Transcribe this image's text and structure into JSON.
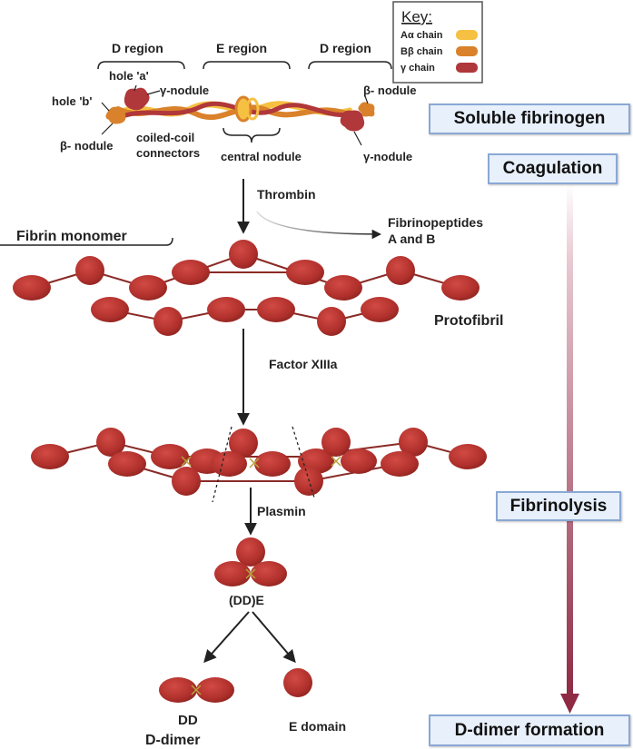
{
  "key": {
    "title": "Key:",
    "items": [
      {
        "label": "Aα chain",
        "color": "#f6c042"
      },
      {
        "label": "Bβ chain",
        "color": "#d9822b"
      },
      {
        "label": "γ chain",
        "color": "#b0373a"
      }
    ]
  },
  "fibrinogen": {
    "d_region_left": "D region",
    "e_region": "E region",
    "d_region_right": "D region",
    "hole_a": "hole 'a'",
    "hole_b": "hole 'b'",
    "gamma_nodule_left": "γ-nodule",
    "beta_nodule_left": "β- nodule",
    "coiled_coil_1": "coiled-coil",
    "coiled_coil_2": "connectors",
    "central_nodule": "central nodule",
    "beta_nodule_right": "β- nodule",
    "gamma_nodule_right": "γ-nodule"
  },
  "steps": {
    "thrombin": "Thrombin",
    "fibrinopeptides_1": "Fibrinopeptides",
    "fibrinopeptides_2": "A and B",
    "fibrin_monomer": "Fibrin monomer",
    "protofibril": "Protofibril",
    "factor_xiiia": "Factor XIIIa",
    "plasmin": "Plasmin",
    "dde": "(DD)E",
    "dd": "DD",
    "d_dimer": "D-dimer",
    "e_domain": "E domain"
  },
  "side_boxes": {
    "soluble_fibrinogen": "Soluble fibrinogen",
    "coagulation": "Coagulation",
    "fibrinolysis": "Fibrinolysis",
    "d_dimer_formation": "D-dimer formation"
  },
  "colors": {
    "nodule": "#b0302c",
    "nodule_dark": "#8e2420",
    "link": "#8a2a26",
    "arrow_gradient_end": "#8e2a44",
    "box_fill": "#e8f0fb",
    "box_border": "#8aa8d4",
    "crosslink": "#b8a43a"
  }
}
